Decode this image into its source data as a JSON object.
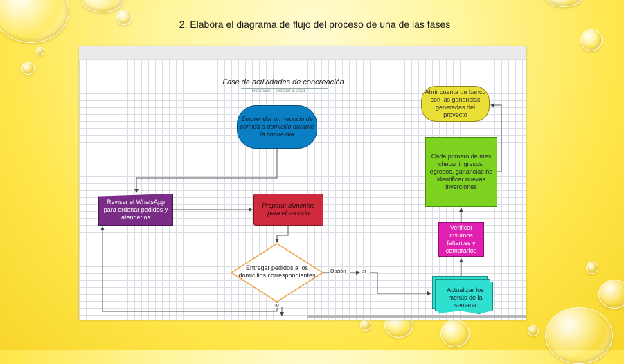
{
  "slide": {
    "title": "2. Elabora el diagrama de flujo del proceso de una de las fases"
  },
  "diagram": {
    "title": "Fase de actividades  de  concreación",
    "author": "Roschach",
    "date": "October 3, 2021",
    "nodes": {
      "start": "Emprender un negocio de comida a domicilio durante la pandemia",
      "whatsapp": "Revisar el WhatsApp para ordenar pedidos y atenderlos",
      "prepare": "Preparar alimentos para el servicio",
      "decision": "Entregar pedidos a los domicilios correspondientes",
      "menus": "Actualizar los menús de la semana",
      "verify": "Verificar insumos faltantes y comprarlos",
      "review": "Cada primero de mes checar ingresos, egresos, ganancias he identificar nuevas inverciones",
      "bank": "Abrir cuenta de banco con las ganancias generadas del proyecto"
    },
    "edge_labels": {
      "option": "Opción",
      "yes": "si",
      "no": "no"
    },
    "colors": {
      "start": "#0b7fc4",
      "whatsapp": "#7a2d86",
      "prepare": "#d02b3c",
      "decision_border": "#f0a040",
      "menus": "#2fe0d0",
      "verify": "#e020b0",
      "review": "#7ed321",
      "bank": "#e9df37"
    }
  }
}
